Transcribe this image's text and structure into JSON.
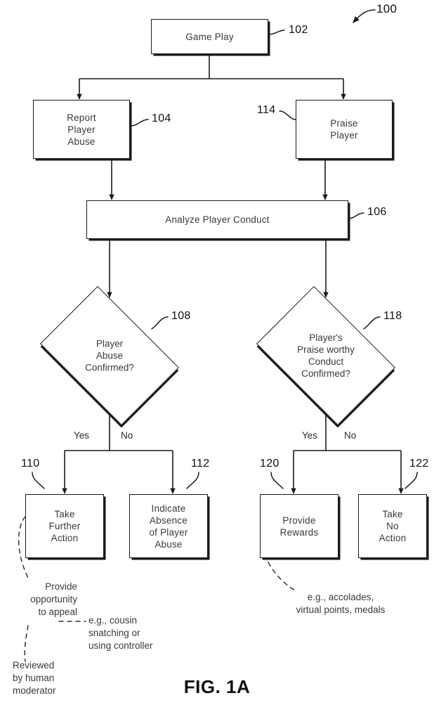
{
  "figure": {
    "caption": "FIG. 1A",
    "system_numeral": "100"
  },
  "nodes": [
    {
      "id": "game-play",
      "label": "Game Play",
      "numeral": "102",
      "shape": "process"
    },
    {
      "id": "report-player-abuse",
      "label": "Report\nPlayer\nAbuse",
      "numeral": "104",
      "shape": "process"
    },
    {
      "id": "praise-player",
      "label": "Praise\nPlayer",
      "numeral": "114",
      "shape": "process"
    },
    {
      "id": "analyze-player-conduct",
      "label": "Analyze Player Conduct",
      "numeral": "106",
      "shape": "process"
    },
    {
      "id": "player-abuse-confirmed",
      "label": "Player\nAbuse\nConfirmed?",
      "numeral": "108",
      "shape": "decision"
    },
    {
      "id": "praise-worthy-confirmed",
      "label": "Player's\nPraise worthy\nConduct\nConfirmed?",
      "numeral": "118",
      "shape": "decision"
    },
    {
      "id": "take-further-action",
      "label": "Take\nFurther\nAction",
      "numeral": "110",
      "shape": "process"
    },
    {
      "id": "indicate-absence",
      "label": "Indicate\nAbsence\nof Player\nAbuse",
      "numeral": "112",
      "shape": "process"
    },
    {
      "id": "provide-rewards",
      "label": "Provide\nRewards",
      "numeral": "120",
      "shape": "process"
    },
    {
      "id": "take-no-action",
      "label": "Take\nNo\nAction",
      "numeral": "122",
      "shape": "process"
    }
  ],
  "branch_labels": {
    "abuse_yes": "Yes",
    "abuse_no": "No",
    "praise_yes": "Yes",
    "praise_no": "No"
  },
  "annotations": {
    "provide_opportunity": "Provide\nopportunity\nto appeal",
    "examples_abuse": "e.g., cousin\nsnatching or\nusing controller",
    "reviewed_by_human": "Reviewed\nby human\nmoderator",
    "examples_rewards": "e.g., accolades,\nvirtual points, medals"
  },
  "colors": {
    "ink": "#1a1a1a",
    "text": "#3a3a3a",
    "background": "#ffffff"
  }
}
